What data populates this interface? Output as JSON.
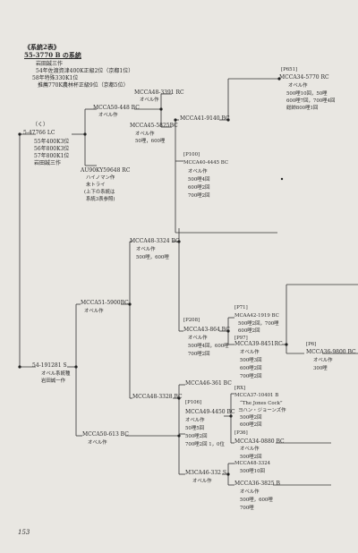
{
  "header": {
    "title": "《系統2表》",
    "line": "55-3770 B の系統",
    "notes": [
      "岩田誠三作",
      "54年佐渡資津400K正級2位（京都1位）",
      "58年特殊330K1位",
      "推薦770K農林杯正級9位（京都5位）"
    ]
  },
  "left": {
    "root_code": "5-47766 LC",
    "root_mark": "（く）",
    "root_info": [
      "55年400K3位",
      "56年800K3位",
      "57年800K1位",
      "岩田誠三作"
    ],
    "au_code": "AU90KY59648 RC",
    "au_info": [
      "ハイノマン作",
      "未トライ",
      "(上下の系統は",
      "系統3表参照)"
    ],
    "s_code": "54-191281 S",
    "s_info": [
      "オベル系統種",
      "岩田誠一作"
    ]
  },
  "nodes": {
    "mcca50": "MCCA50-448 BC",
    "mcca50_sub": "オベル作",
    "mcca48a": "MCCA48-3391 RC",
    "mcca48a_sub": "オベル作",
    "mcca45": "MCCA45-5825BC",
    "mcca45_info": [
      "オベル作",
      "50哩，600哩"
    ],
    "mcca41": "MCCA41-9140 BC",
    "p100": "[P100]",
    "mcca40": "MCCA40-4445 BC",
    "mcca40_info": [
      "オベル作",
      "500哩4回",
      "600哩2回",
      "700哩2回"
    ],
    "p651": "[P651]",
    "mcca34": "MCCA34-5770 RC",
    "mcca34_info": [
      "オベル作",
      "500哩10回，50哩",
      "600哩7回，700哩4回",
      "総帥800哩1回"
    ],
    "mcca48b": "MCCA48-3324 BC",
    "mcca48b_info": [
      "オベル作",
      "500哩，600哩"
    ],
    "mcca51": "MCCA51-5900BC",
    "mcca51_sub": "オベル作",
    "p208": "[P208]",
    "mcca43": "MCCA43-864 BC",
    "mcca43_info": [
      "オベル作",
      "500哩4回，600哩",
      "700哩2回"
    ],
    "p71": "[P71]",
    "mca_a": "MCAA42-1919 BC",
    "mca_a_info": [
      "500哩2回，700哩",
      "600哩2回"
    ],
    "p97": "[P97]",
    "mcca39": "MCCA39-8451RC",
    "mcca39_info": [
      "オベル作",
      "500哩3回",
      "600哩2回",
      "700哩2回"
    ],
    "p6": "[P6]",
    "mcca36": "MCCA36-9800 BC",
    "mcca36_info": [
      "オベル作",
      "300哩"
    ],
    "mcca46": "MCCA46-361 BC",
    "mcca48c": "MCCA48-3328 BC",
    "p106": "[P106]",
    "mcca49": "MCCA49-4450 BC",
    "mcca49_info": [
      "オベル作",
      "50哩5回",
      "500哩2回",
      "700哩2回 1，0位"
    ],
    "rx": "[RX]",
    "mcca37": "MCCA37-10401 B",
    "mcca37_info": [
      "“The Jones Cock”",
      "ヨハン・ジョーンズ作",
      "500哩2回",
      "600哩2回"
    ],
    "p36": "[P36]",
    "mcca34b": "MCCA34-0880 BC",
    "mcca34b_info": [
      "オベル作",
      "500哩2回"
    ],
    "mcca50b": "MCCA50-613 BC",
    "mcca50b_sub": "オベル作",
    "m3ca46": "M3CA46-332 S",
    "m3ca46_sub": "オベル作",
    "mcca48d": "MCCA48-3324",
    "mcca48d_info": [
      "500哩10回"
    ],
    "mcca36b": "MCCA36-3825 B",
    "mcca36b_info": [
      "オベル作",
      "500哩，600哩",
      "700哩"
    ]
  },
  "footer": {
    "page": "153"
  }
}
